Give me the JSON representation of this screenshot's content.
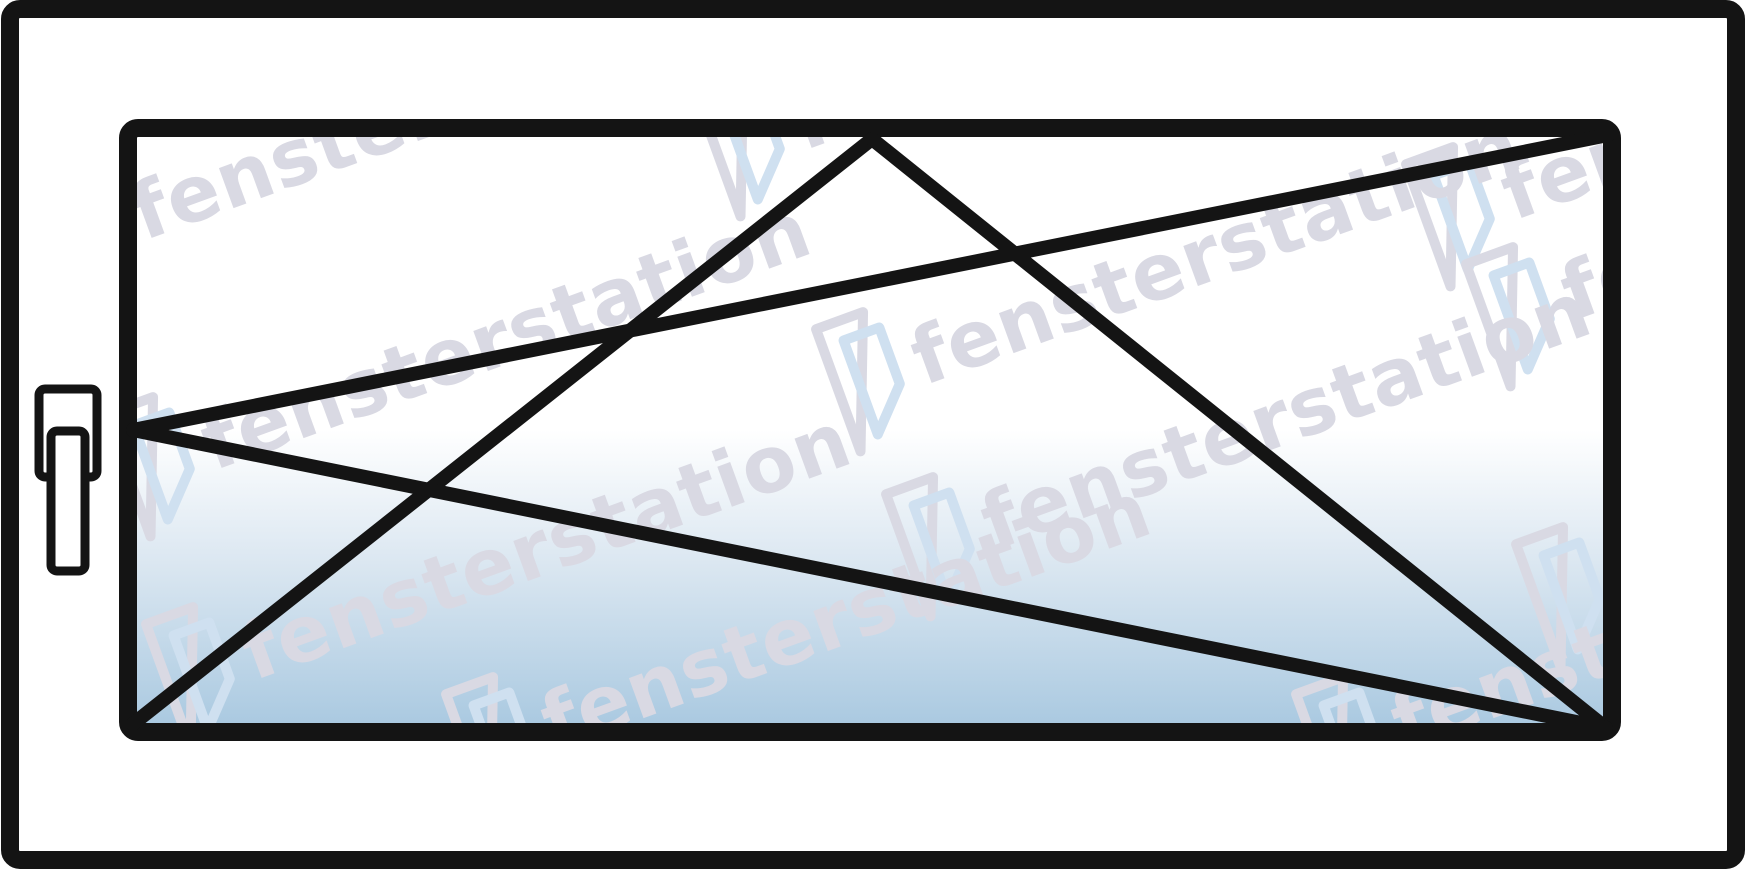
{
  "diagram": {
    "type": "window-opening-symbol",
    "opening": "tilt-and-turn",
    "handle_side": "left",
    "watermark": {
      "brand": "fensterstation"
    },
    "colors": {
      "frame_stroke": "#141414",
      "background": "#ffffff",
      "glass_top": "#ffffff",
      "glass_bottom": "#a8c8e0",
      "watermark_text": "#d9d9e3",
      "watermark_accent": "#cfe0f0"
    }
  }
}
